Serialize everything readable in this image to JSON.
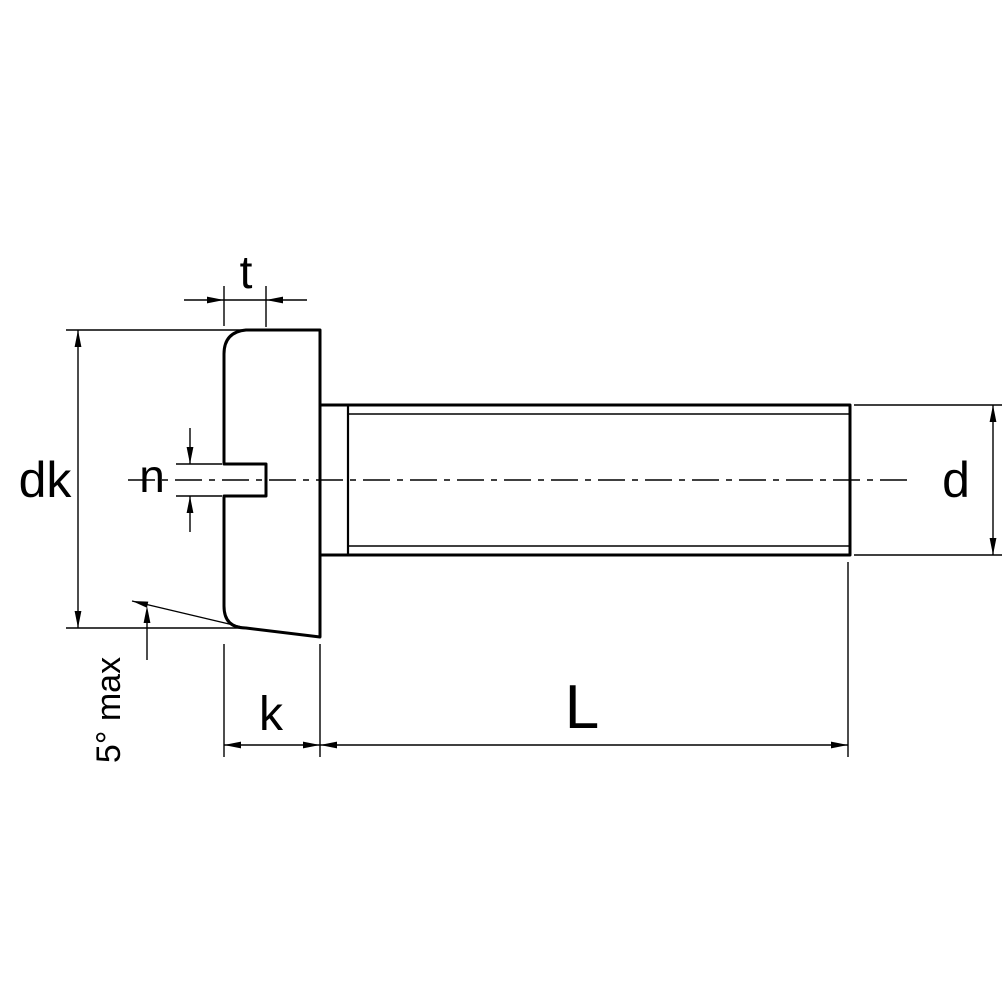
{
  "labels": {
    "slot_depth": "t",
    "head_diameter": "dk",
    "slot_width": "n",
    "thread_diameter": "d",
    "head_height": "k",
    "length": "L",
    "bearing_angle": "5° max"
  },
  "colors": {
    "ink": "#000000",
    "background": "#ffffff"
  }
}
